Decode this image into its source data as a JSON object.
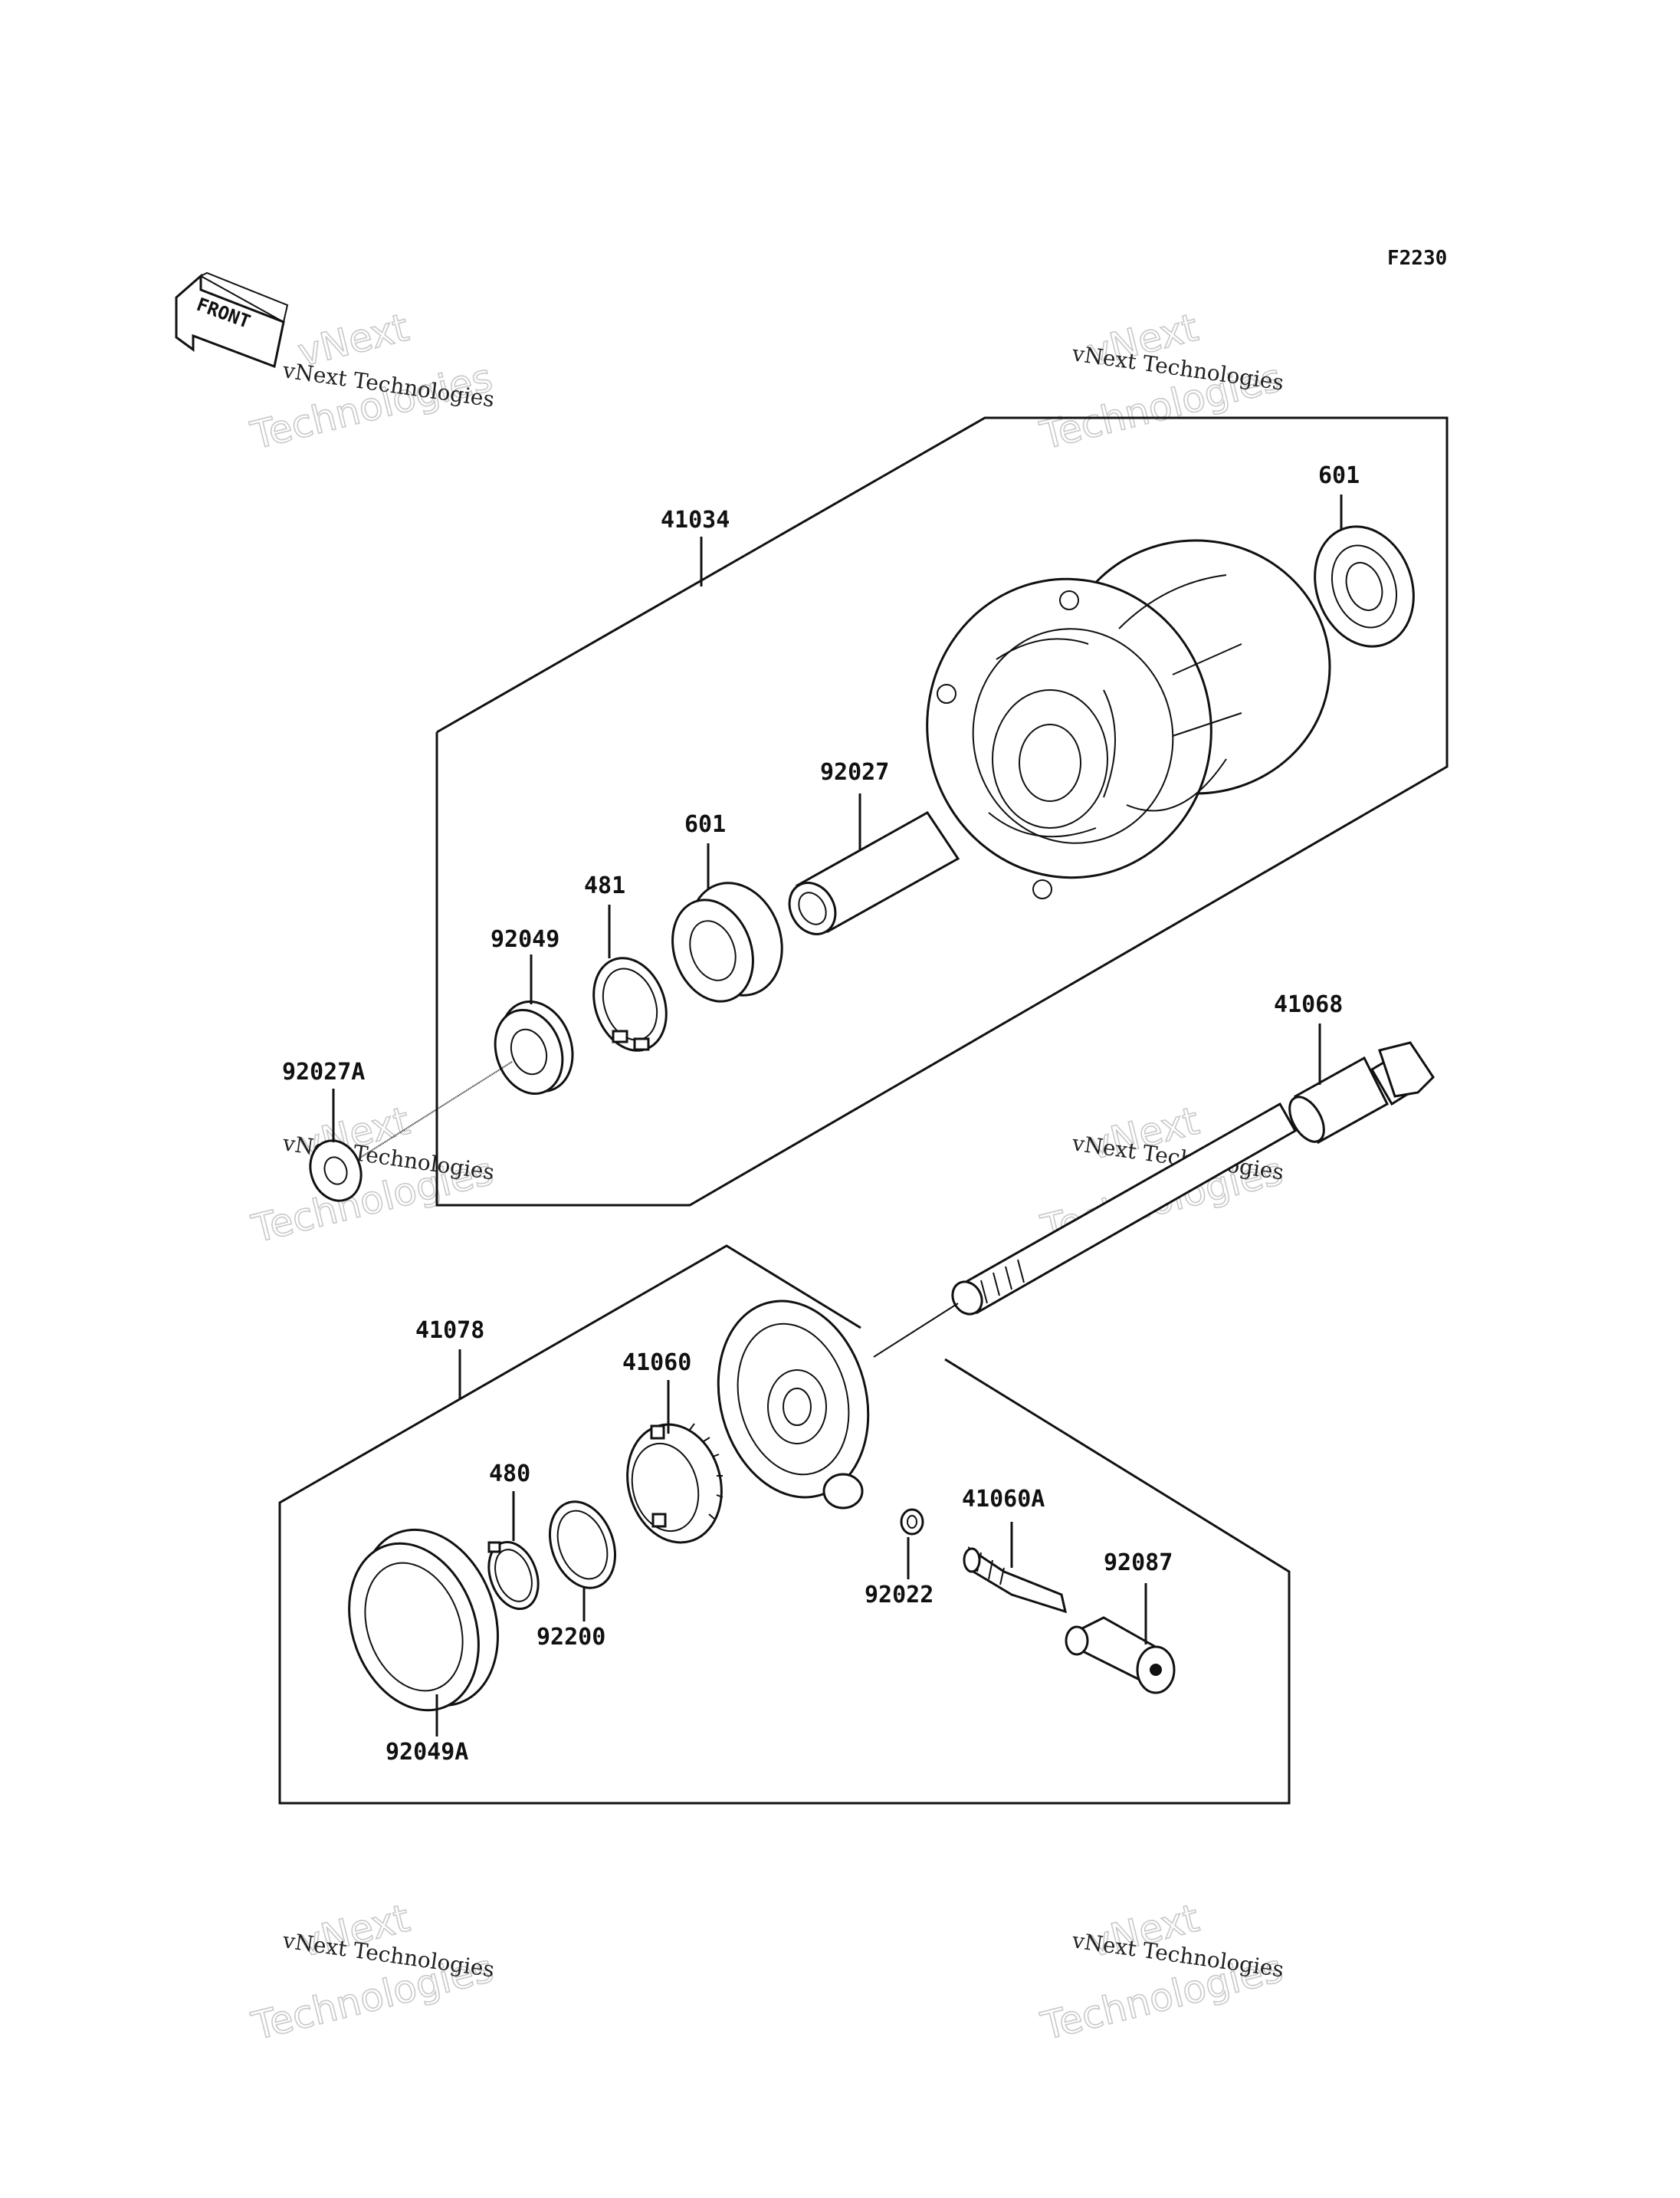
{
  "diagram_code": "F2230",
  "front_label": "FRONT",
  "watermark": {
    "line1": "vNext Technologies",
    "line2": "vNext",
    "line3": "Technologies"
  },
  "parts": {
    "p41034": "41034",
    "p601_top": "601",
    "p92027": "92027",
    "p601_mid": "601",
    "p481": "481",
    "p92049": "92049",
    "p92027A": "92027A",
    "p41068": "41068",
    "p41078": "41078",
    "p41060": "41060",
    "p480": "480",
    "p92200": "92200",
    "p92049A": "92049A",
    "p92022": "92022",
    "p41060A": "41060A",
    "p92087": "92087"
  }
}
